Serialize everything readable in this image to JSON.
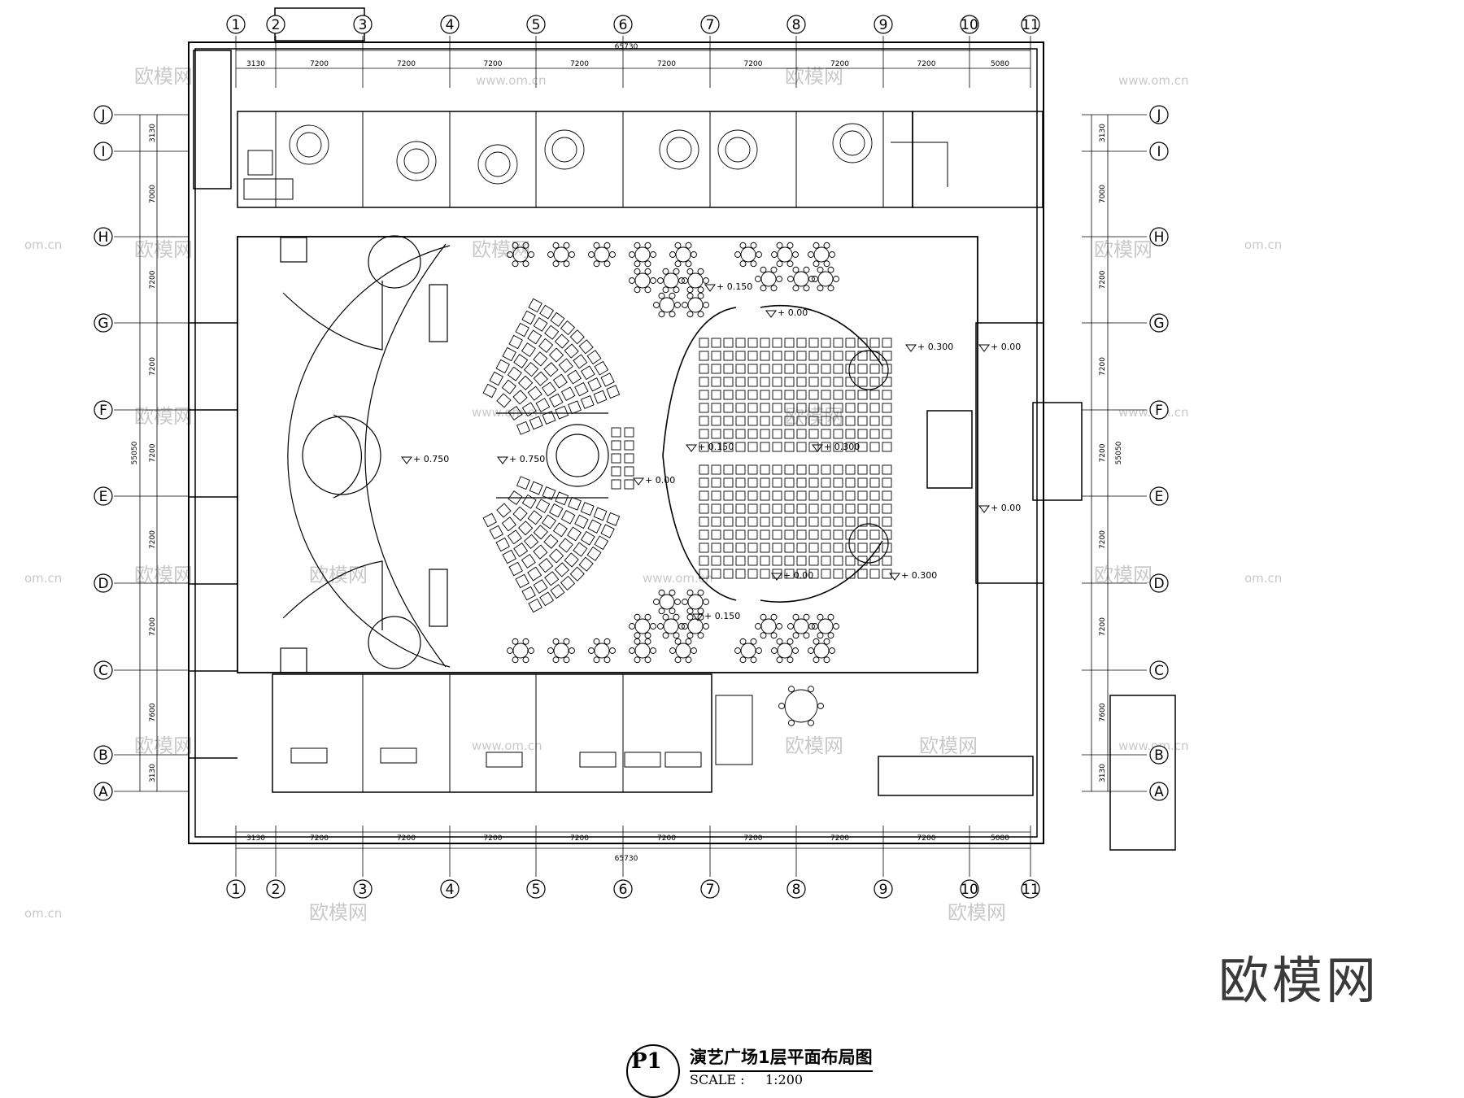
{
  "drawing": {
    "tag": "P1",
    "title": "演艺广场1层平面布局图",
    "scale_label": "SCALE :",
    "scale_value": "1:200"
  },
  "axes": {
    "columns": [
      "1",
      "2",
      "3",
      "4",
      "5",
      "6",
      "7",
      "8",
      "9",
      "10",
      "11"
    ],
    "rows": [
      "J",
      "I",
      "H",
      "G",
      "F",
      "E",
      "D",
      "C",
      "B",
      "A"
    ],
    "column_spacings": [
      "3130",
      "7200",
      "7200",
      "7200",
      "7200",
      "7200",
      "7200",
      "7200",
      "7200",
      "5080"
    ],
    "row_spacings": [
      "3130",
      "7000",
      "7200",
      "7200",
      "7200",
      "7200",
      "7200",
      "7600",
      "3130"
    ],
    "overall_width": "65730",
    "overall_depth": "55050"
  },
  "levels": [
    "+ 0.750",
    "+ 0.750",
    "+ 0.00",
    "+ 0.150",
    "+ 0.300",
    "+ 0.00",
    "+ 0.300",
    "+ 0.150",
    "+ 0.150",
    "+ 0.00",
    "+ 0.300",
    "+ 0.00",
    "+ 0.00"
  ],
  "watermark": {
    "text": "欧模网",
    "url": "www.om.cn",
    "url_short": "om.cn"
  },
  "style": {
    "line": "#000000",
    "watermark": "#c9c9c9"
  }
}
